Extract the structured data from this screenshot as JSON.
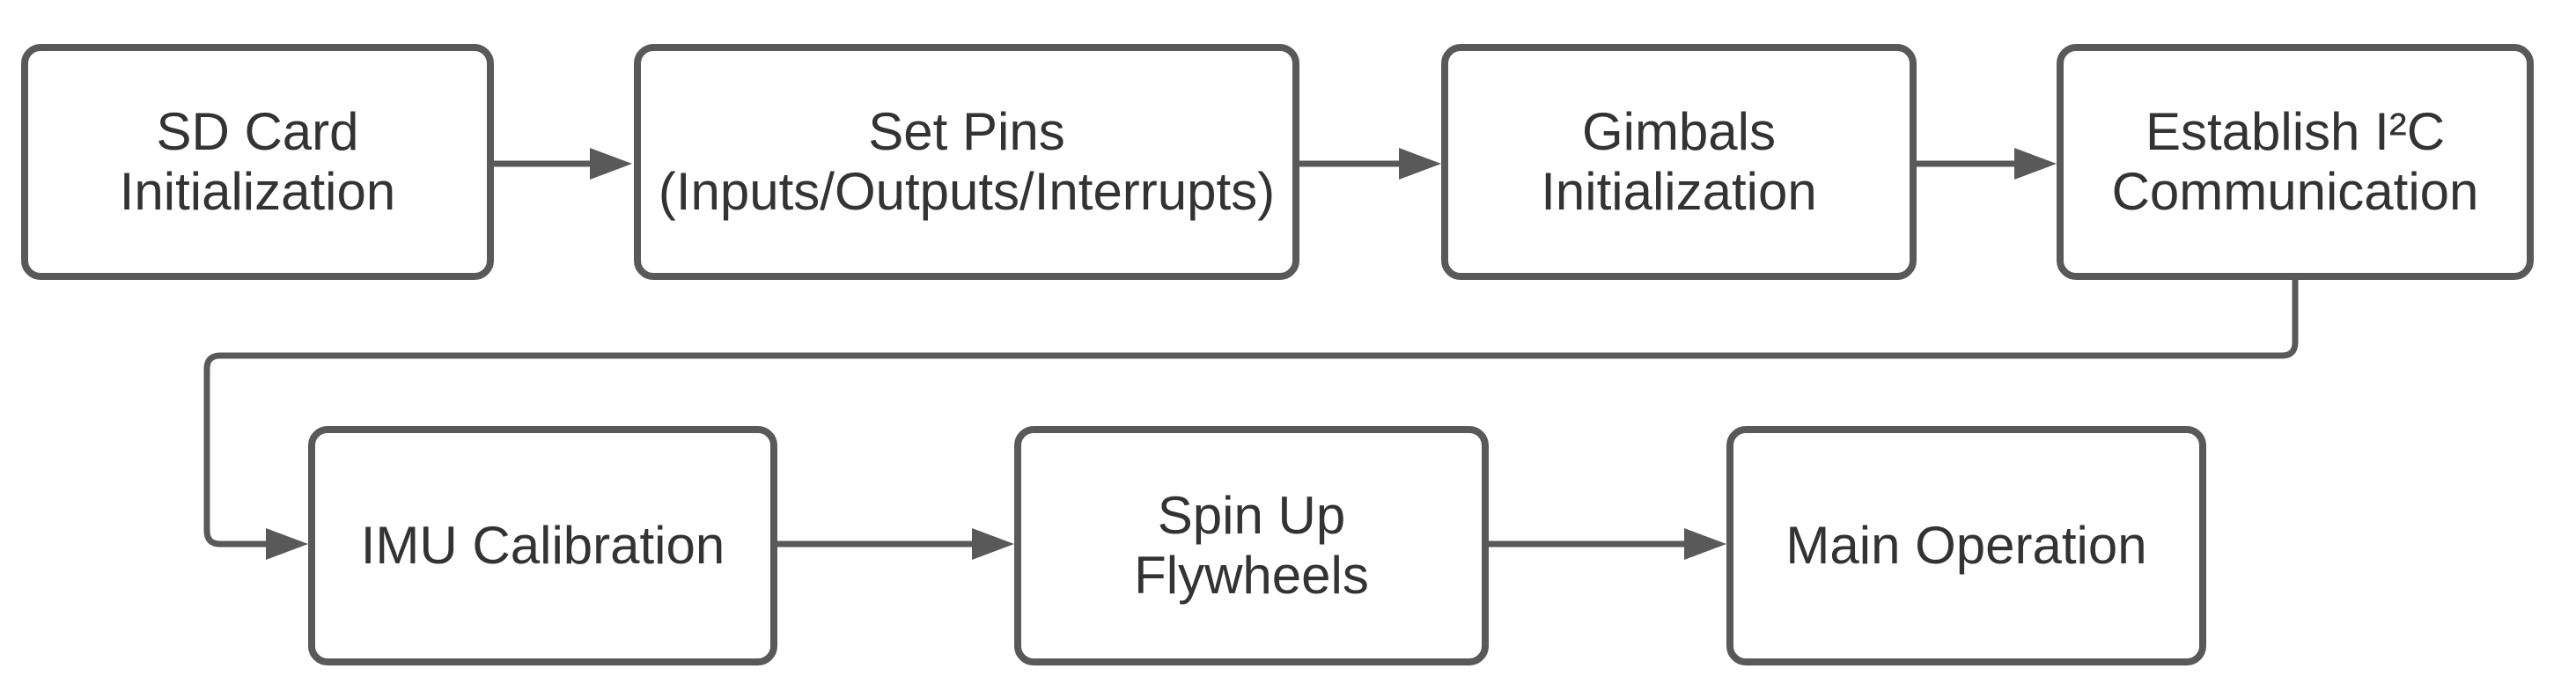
{
  "diagram": {
    "type": "flowchart",
    "background_color": "#ffffff",
    "node_fill_color": "#ffffff",
    "node_border_color": "#595959",
    "edge_color": "#595959",
    "text_color": "#333333",
    "nodes": [
      {
        "id": "sd-card-initialization",
        "label": "SD Card\nInitialization"
      },
      {
        "id": "set-pins",
        "label": "Set Pins\n(Inputs/Outputs/Interrupts)"
      },
      {
        "id": "gimbals-initialization",
        "label": "Gimbals\nInitialization"
      },
      {
        "id": "establish-i2c-communication",
        "label": "Establish I²C\nCommunication"
      },
      {
        "id": "imu-calibration",
        "label": "IMU Calibration"
      },
      {
        "id": "spin-up-flywheels",
        "label": "Spin Up\nFlywheels"
      },
      {
        "id": "main-operation",
        "label": "Main Operation"
      }
    ],
    "edges": [
      {
        "from": "sd-card-initialization",
        "to": "set-pins",
        "style": "straight-arrow"
      },
      {
        "from": "set-pins",
        "to": "gimbals-initialization",
        "style": "straight-arrow"
      },
      {
        "from": "gimbals-initialization",
        "to": "establish-i2c-communication",
        "style": "straight-arrow"
      },
      {
        "from": "establish-i2c-communication",
        "to": "imu-calibration",
        "style": "elbow-arrow-down-left-down"
      },
      {
        "from": "imu-calibration",
        "to": "spin-up-flywheels",
        "style": "straight-arrow"
      },
      {
        "from": "spin-up-flywheels",
        "to": "main-operation",
        "style": "straight-arrow"
      }
    ]
  }
}
